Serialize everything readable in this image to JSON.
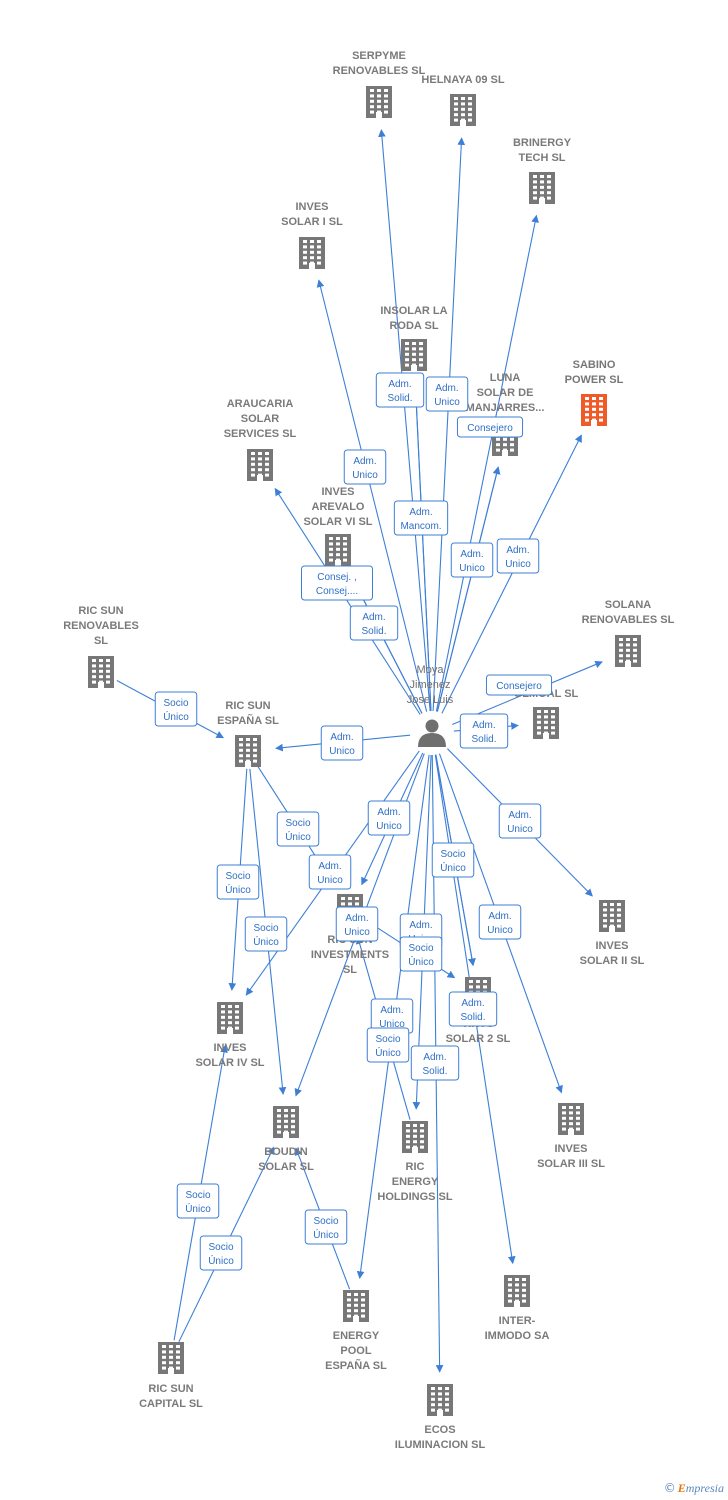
{
  "person": {
    "name": [
      "Moya",
      "Jimenez",
      "Jose Luis"
    ]
  },
  "colors": {
    "edge": "#3d7fd6",
    "building": "#777777",
    "highlight": "#f05a28"
  },
  "companies": [
    {
      "id": "serpyme",
      "label": [
        "SERPYME",
        "RENOVABLES SL"
      ],
      "highlight": false
    },
    {
      "id": "helnaya",
      "label": [
        "HELNAYA 09 SL"
      ],
      "highlight": false
    },
    {
      "id": "brinergy",
      "label": [
        "BRINERGY",
        "TECH  SL"
      ],
      "highlight": false
    },
    {
      "id": "inves-solar-1",
      "label": [
        "INVES",
        "SOLAR I SL"
      ],
      "highlight": false
    },
    {
      "id": "insolar",
      "label": [
        "INSOLAR LA",
        "RODA  SL"
      ],
      "highlight": false
    },
    {
      "id": "sabino",
      "label": [
        "SABINO",
        "POWER  SL"
      ],
      "highlight": true
    },
    {
      "id": "luna",
      "label": [
        "LUNA",
        "SOLAR DE",
        "MANJARRES..."
      ],
      "highlight": false
    },
    {
      "id": "araucaria",
      "label": [
        "ARAUCARIA",
        "SOLAR",
        "SERVICES SL"
      ],
      "highlight": false
    },
    {
      "id": "inves-arevalo",
      "label": [
        "INVES",
        "AREVALO",
        "SOLAR VI SL"
      ],
      "highlight": false
    },
    {
      "id": "solana",
      "label": [
        "SOLANA",
        "RENOVABLES SL"
      ],
      "highlight": false
    },
    {
      "id": "ric-sun-renovables",
      "label": [
        "RIC SUN",
        "RENOVABLES",
        "SL"
      ],
      "highlight": false
    },
    {
      "id": "olmoal",
      "label": [
        "OLMOAL SL"
      ],
      "highlight": false
    },
    {
      "id": "ric-sun-espana",
      "label": [
        "RIC SUN",
        "ESPAÑA  SL"
      ],
      "highlight": false
    },
    {
      "id": "ric-sun-investments",
      "label": [
        "RIC SUN",
        "INVESTMENTS",
        "SL"
      ],
      "highlight": false
    },
    {
      "id": "inves-solar-2",
      "label": [
        "INVES",
        "SOLAR II SL"
      ],
      "highlight": false
    },
    {
      "id": "tinto-solar-2",
      "label": [
        "TINTO",
        "SOLAR 2 SL"
      ],
      "highlight": false
    },
    {
      "id": "inves-solar-4",
      "label": [
        "INVES",
        "SOLAR IV SL"
      ],
      "highlight": false
    },
    {
      "id": "boudin",
      "label": [
        "BOUDIN",
        "SOLAR SL"
      ],
      "highlight": false
    },
    {
      "id": "ric-energy",
      "label": [
        "RIC",
        "ENERGY",
        "HOLDINGS  SL"
      ],
      "highlight": false
    },
    {
      "id": "inves-solar-3",
      "label": [
        "INVES",
        "SOLAR III SL"
      ],
      "highlight": false
    },
    {
      "id": "energy-pool",
      "label": [
        "ENERGY",
        "POOL",
        "ESPAÑA  SL"
      ],
      "highlight": false
    },
    {
      "id": "inter-immodo",
      "label": [
        "INTER-",
        "IMMODO SA"
      ],
      "highlight": false
    },
    {
      "id": "ric-sun-capital",
      "label": [
        "RIC SUN",
        "CAPITAL  SL"
      ],
      "highlight": false
    },
    {
      "id": "ecos",
      "label": [
        "ECOS",
        "ILUMINACION SL"
      ],
      "highlight": false
    }
  ],
  "edges": [
    {
      "from": "person",
      "to": "serpyme",
      "label": []
    },
    {
      "from": "person",
      "to": "helnaya",
      "label": []
    },
    {
      "from": "person",
      "to": "brinergy",
      "label": []
    },
    {
      "from": "person",
      "to": "inves-solar-1",
      "label": [
        "Adm.",
        "Unico"
      ]
    },
    {
      "from": "person",
      "to": "insolar",
      "label": [
        "Adm.",
        "Solid."
      ]
    },
    {
      "from": "person",
      "to": "insolar",
      "label": [
        "Adm.",
        "Unico"
      ]
    },
    {
      "from": "person",
      "to": "sabino",
      "label": [
        "Adm.",
        "Unico"
      ]
    },
    {
      "from": "person",
      "to": "luna",
      "label": [
        "Consejero"
      ]
    },
    {
      "from": "person",
      "to": "luna",
      "label": [
        "Adm.",
        "Unico"
      ]
    },
    {
      "from": "person",
      "to": "araucaria",
      "label": [
        "Consej. ,",
        "Consej...."
      ]
    },
    {
      "from": "person",
      "to": "inves-arevalo",
      "label": [
        "Adm.",
        "Mancom."
      ]
    },
    {
      "from": "person",
      "to": "inves-arevalo",
      "label": [
        "Adm.",
        "Solid."
      ]
    },
    {
      "from": "person",
      "to": "solana",
      "label": [
        "Consejero"
      ]
    },
    {
      "from": "person",
      "to": "olmoal",
      "label": [
        "Adm.",
        "Solid."
      ]
    },
    {
      "from": "ric-sun-renovables",
      "to": "ric-sun-espana",
      "label": [
        "Socio",
        "Único"
      ]
    },
    {
      "from": "person",
      "to": "ric-sun-espana",
      "label": [
        "Adm.",
        "Unico"
      ]
    },
    {
      "from": "person",
      "to": "ric-sun-investments",
      "label": [
        "Adm.",
        "Unico"
      ]
    },
    {
      "from": "person",
      "to": "inves-solar-2",
      "label": [
        "Adm.",
        "Unico"
      ]
    },
    {
      "from": "person",
      "to": "inves-solar-4",
      "label": [
        "Adm.",
        "Unico"
      ]
    },
    {
      "from": "person",
      "to": "tinto-solar-2",
      "label": [
        "Socio",
        "Único"
      ]
    },
    {
      "from": "person",
      "to": "tinto-solar-2",
      "label": [
        "Adm.",
        "Solid."
      ]
    },
    {
      "from": "person",
      "to": "ric-energy",
      "label": [
        "Adm.",
        "Unico"
      ]
    },
    {
      "from": "person",
      "to": "boudin",
      "label": [
        "Adm.",
        "Unico"
      ]
    },
    {
      "from": "person",
      "to": "inves-solar-3",
      "label": [
        "Adm.",
        "Unico"
      ]
    },
    {
      "from": "person",
      "to": "energy-pool",
      "label": [
        "Adm.",
        "Unico"
      ]
    },
    {
      "from": "person",
      "to": "inter-immodo",
      "label": []
    },
    {
      "from": "person",
      "to": "ecos",
      "label": [
        "Adm.",
        "Solid."
      ]
    },
    {
      "from": "ric-sun-espana",
      "to": "inves-solar-4",
      "label": [
        "Socio",
        "Único"
      ]
    },
    {
      "from": "ric-sun-espana",
      "to": "boudin",
      "label": [
        "Socio",
        "Único"
      ]
    },
    {
      "from": "ric-sun-espana",
      "to": "ric-sun-investments",
      "label": [
        "Socio",
        "Único"
      ]
    },
    {
      "from": "ric-energy",
      "to": "ric-sun-investments",
      "label": [
        "Socio",
        "Único"
      ]
    },
    {
      "from": "ric-sun-investments",
      "to": "tinto-solar-2",
      "label": [
        "Socio",
        "Único"
      ]
    },
    {
      "from": "ric-sun-capital",
      "to": "inves-solar-4",
      "label": [
        "Socio",
        "Único"
      ]
    },
    {
      "from": "ric-sun-capital",
      "to": "boudin",
      "label": [
        "Socio",
        "Único"
      ]
    },
    {
      "from": "energy-pool",
      "to": "boudin",
      "label": [
        "Socio",
        "Único"
      ]
    }
  ],
  "brand": {
    "copyright": "©",
    "first": "E",
    "rest": "mpresia"
  }
}
